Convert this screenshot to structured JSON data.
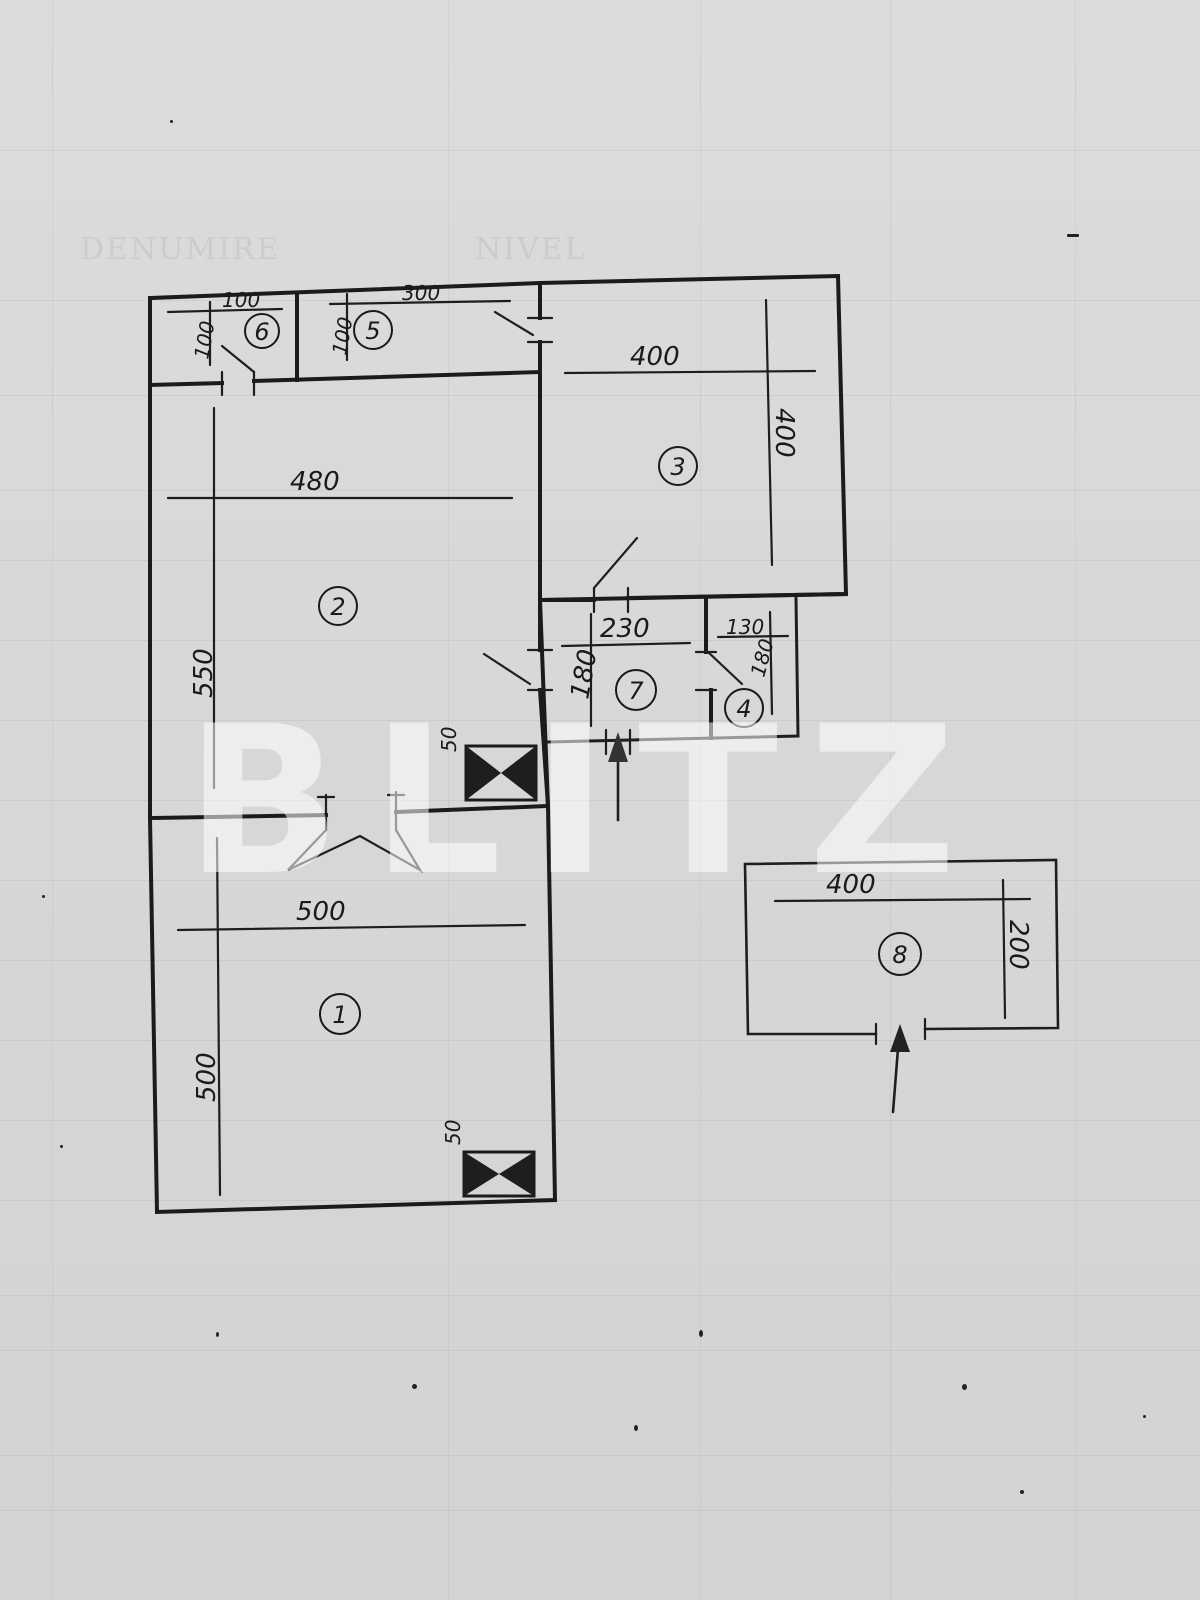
{
  "document": {
    "type": "hand-drawn apartment floor plan",
    "watermark": "BLITZ",
    "background_ghost_text": [
      "DENUMIRE",
      "NIVEL"
    ]
  },
  "rooms": [
    {
      "id": "1",
      "label": "1",
      "width_dim": "500",
      "length_dim": "500"
    },
    {
      "id": "2",
      "label": "2",
      "width_dim": "480",
      "length_dim": "550"
    },
    {
      "id": "3",
      "label": "3",
      "width_dim": "400",
      "length_dim": "400"
    },
    {
      "id": "4",
      "label": "4",
      "width_dim": "130",
      "length_dim": "180"
    },
    {
      "id": "5",
      "label": "5",
      "width_dim": "300",
      "length_dim": "100"
    },
    {
      "id": "6",
      "label": "6",
      "width_dim": "100",
      "length_dim": "100"
    },
    {
      "id": "7",
      "label": "7",
      "width_dim": "230",
      "length_dim": "180"
    },
    {
      "id": "8",
      "label": "8",
      "width_dim": "400",
      "length_dim": "200"
    }
  ],
  "fixtures": {
    "radiator_1_label": "50",
    "radiator_2_label": "50"
  },
  "colors": {
    "ink": "#1b1b1b",
    "paper": "#d8d8d7",
    "watermark": "#ffffff"
  }
}
